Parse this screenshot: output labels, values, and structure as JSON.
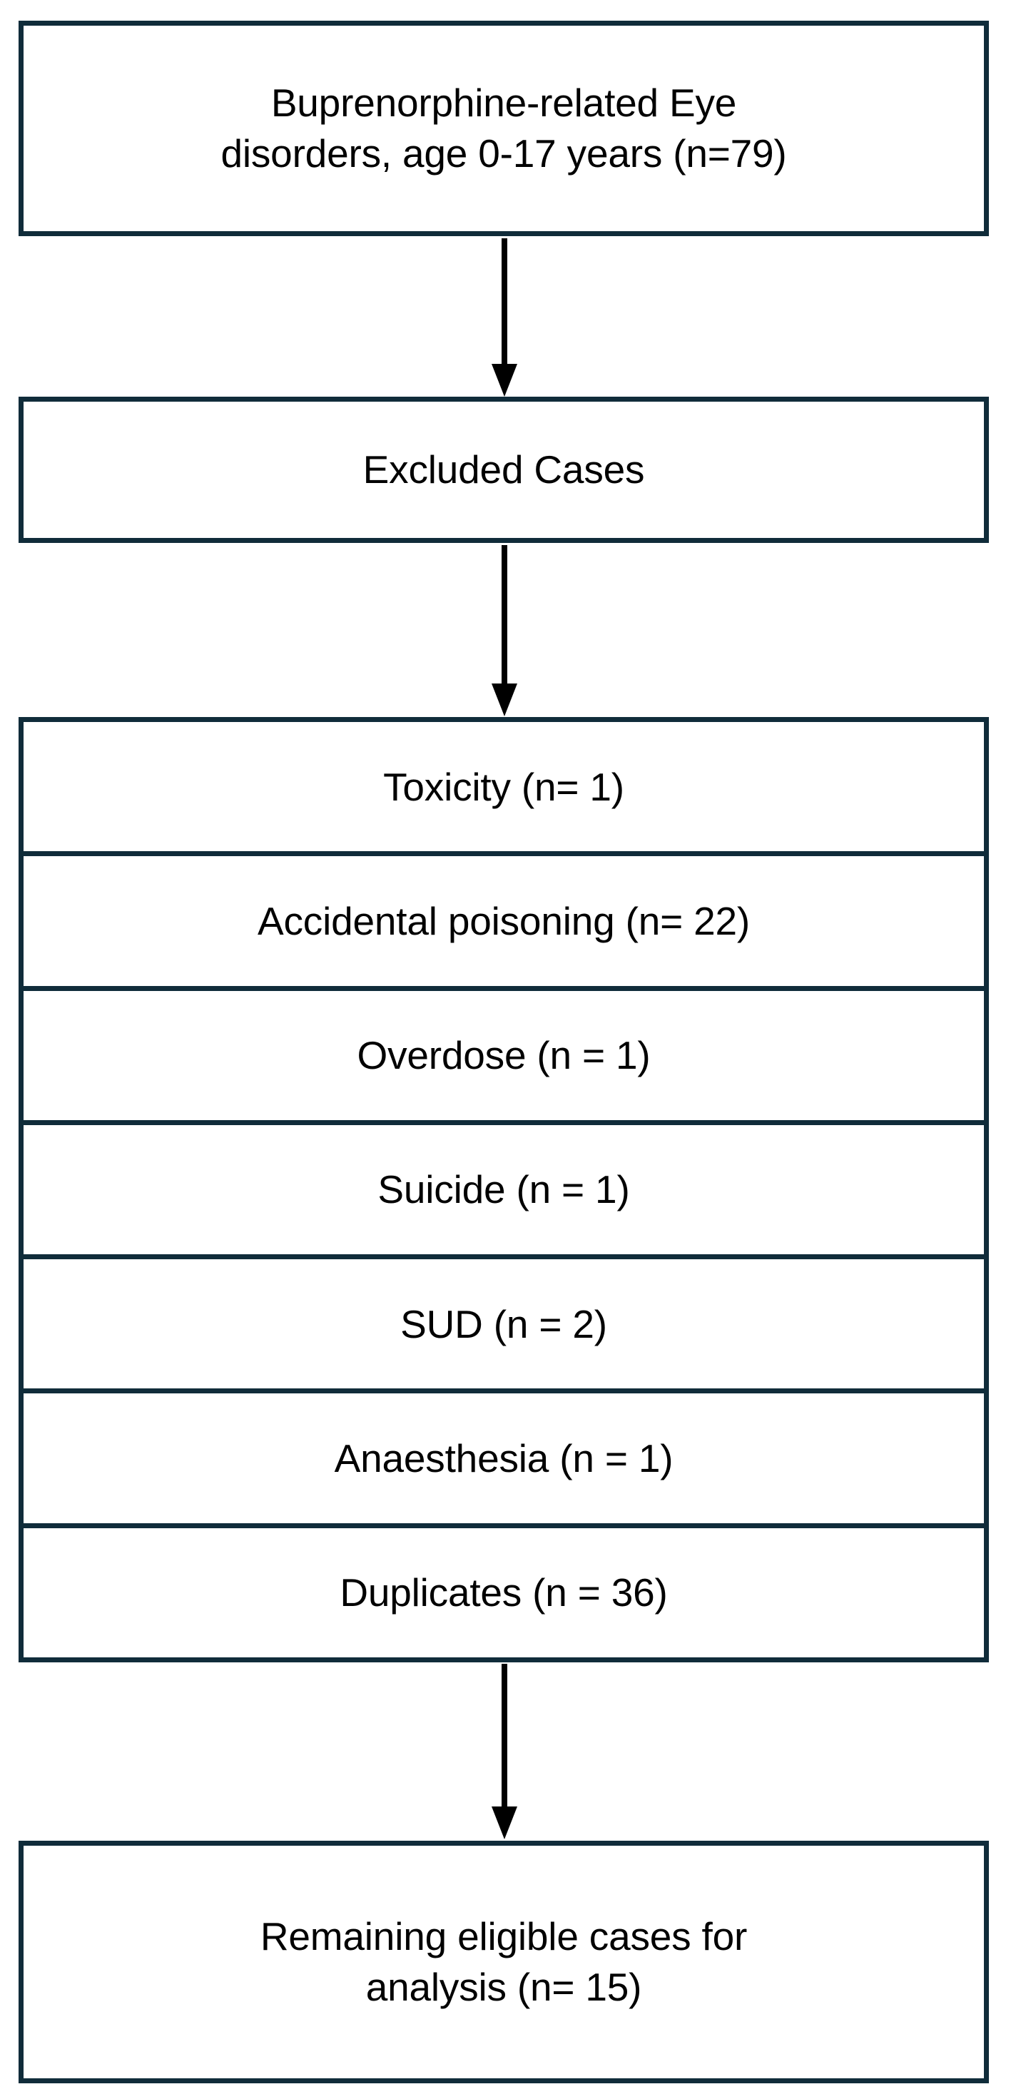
{
  "diagram": {
    "type": "flowchart",
    "orientation": "top-to-bottom",
    "title": "",
    "colors": {
      "box_border": "#102c3a",
      "box_fill": "#ffffff",
      "arrow": "#000000",
      "text": "#000000",
      "page_background": "#ffffff"
    },
    "nodes": {
      "source": {
        "label": "Buprenorphine-related Eye\ndisorders, age 0-17 years (n=79)",
        "n": 79
      },
      "excluded_header": {
        "label": "Excluded Cases"
      },
      "excluded_list": {
        "rows": [
          {
            "label": "Toxicity (n= 1)",
            "reason": "Toxicity",
            "n": 1
          },
          {
            "label": "Accidental poisoning (n= 22)",
            "reason": "Accidental poisoning",
            "n": 22
          },
          {
            "label": "Overdose (n = 1)",
            "reason": "Overdose",
            "n": 1
          },
          {
            "label": "Suicide (n = 1)",
            "reason": "Suicide",
            "n": 1
          },
          {
            "label": "SUD (n = 2)",
            "reason": "SUD",
            "n": 2
          },
          {
            "label": "Anaesthesia (n = 1)",
            "reason": "Anaesthesia",
            "n": 1
          },
          {
            "label": "Duplicates (n = 36)",
            "reason": "Duplicates",
            "n": 36
          }
        ]
      },
      "result": {
        "label": "Remaining eligible cases for\nanalysis (n= 15)",
        "n": 15
      }
    },
    "connectors": [
      {
        "from": "source",
        "to": "excluded_header",
        "style": "solid-arrow-down"
      },
      {
        "from": "excluded_header",
        "to": "excluded_list",
        "style": "solid-arrow-down"
      },
      {
        "from": "excluded_list",
        "to": "result",
        "style": "solid-arrow-down"
      }
    ]
  }
}
